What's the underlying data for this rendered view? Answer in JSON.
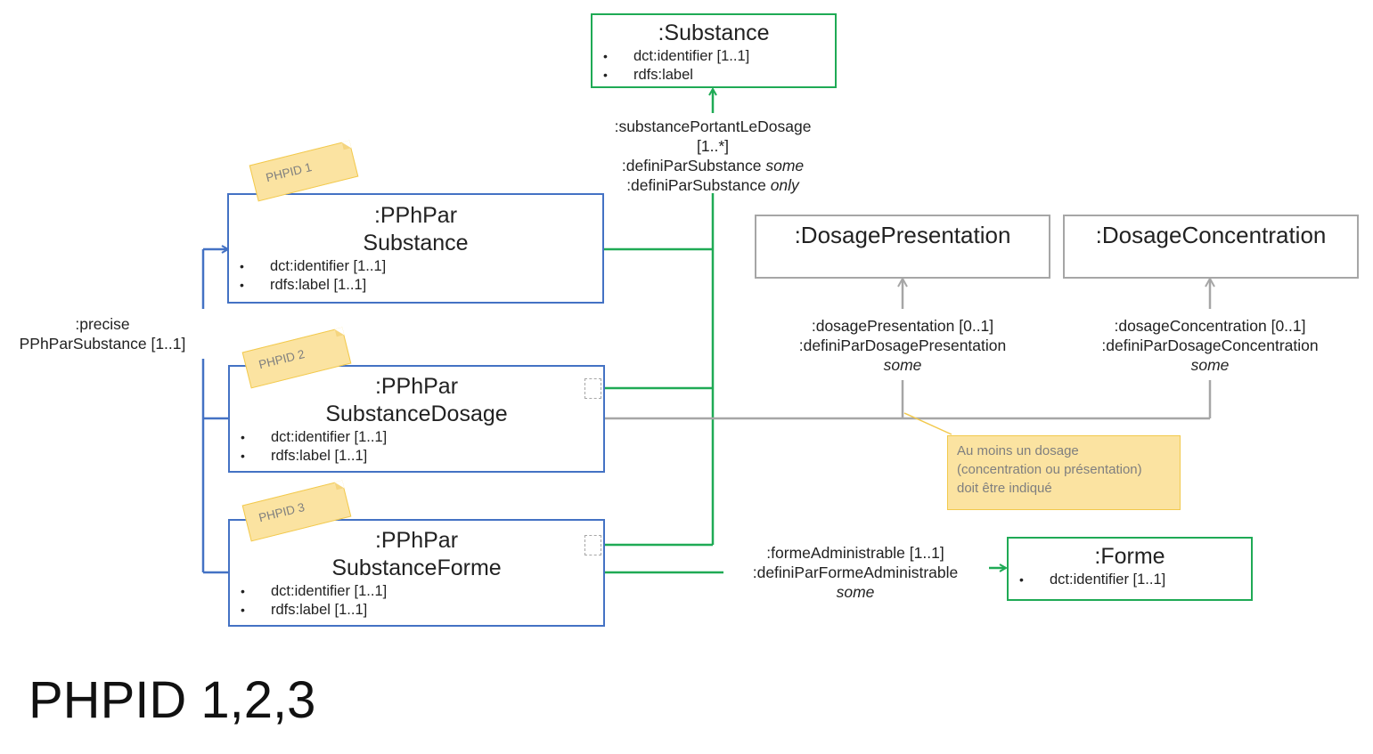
{
  "page_title": "PHPID 1,2,3",
  "classes": {
    "substance": {
      "title": ":Substance",
      "attrs": [
        "dct:identifier [1..1]",
        "rdfs:label"
      ]
    },
    "pphpar_substance": {
      "title_line1": ":PPhPar",
      "title_line2": "Substance",
      "attrs": [
        "dct:identifier [1..1]",
        "rdfs:label [1..1]"
      ]
    },
    "pphpar_substance_dosage": {
      "title_line1": ":PPhPar",
      "title_line2": "SubstanceDosage",
      "attrs": [
        "dct:identifier [1..1]",
        "rdfs:label [1..1]"
      ]
    },
    "pphpar_substance_forme": {
      "title_line1": ":PPhPar",
      "title_line2": "SubstanceForme",
      "attrs": [
        "dct:identifier [1..1]",
        "rdfs:label [1..1]"
      ]
    },
    "dosage_presentation": {
      "title": ":DosagePresentation"
    },
    "dosage_concentration": {
      "title": ":DosageConcentration"
    },
    "forme": {
      "title": ":Forme",
      "attrs": [
        "dct:identifier [1..1]"
      ]
    }
  },
  "tags": {
    "phpid1": "PHPID 1",
    "phpid2": "PHPID 2",
    "phpid3": "PHPID 3"
  },
  "relations": {
    "precise": {
      "line1": ":precise",
      "line2": "PPhParSubstance [1..1]"
    },
    "substance_portant": {
      "line1": ":substancePortantLeDosage",
      "line2": "[1..*]",
      "line3": ":definiParSubstance",
      "line3_italic": "some",
      "line4": ":definiParSubstance",
      "line4_italic": "only"
    },
    "dosage_presentation": {
      "line1": ":dosagePresentation [0..1]",
      "line2": ":definiParDosagePresentation",
      "line3_italic": "some"
    },
    "dosage_concentration": {
      "line1": ":dosageConcentration [0..1]",
      "line2": ":definiParDosageConcentration",
      "line3_italic": "some"
    },
    "forme_administrable": {
      "line1": ":formeAdministrable [1..1]",
      "line2": ":definiParFormeAdministrable",
      "line3_italic": "some"
    }
  },
  "note": {
    "line1": "Au moins un dosage",
    "line2": "(concentration ou présentation)",
    "line3": "doit être indiqué"
  },
  "colors": {
    "blue": "#4472c4",
    "green": "#1faa55",
    "gray": "#a6a6a6",
    "note_fill": "#fbe3a1"
  }
}
